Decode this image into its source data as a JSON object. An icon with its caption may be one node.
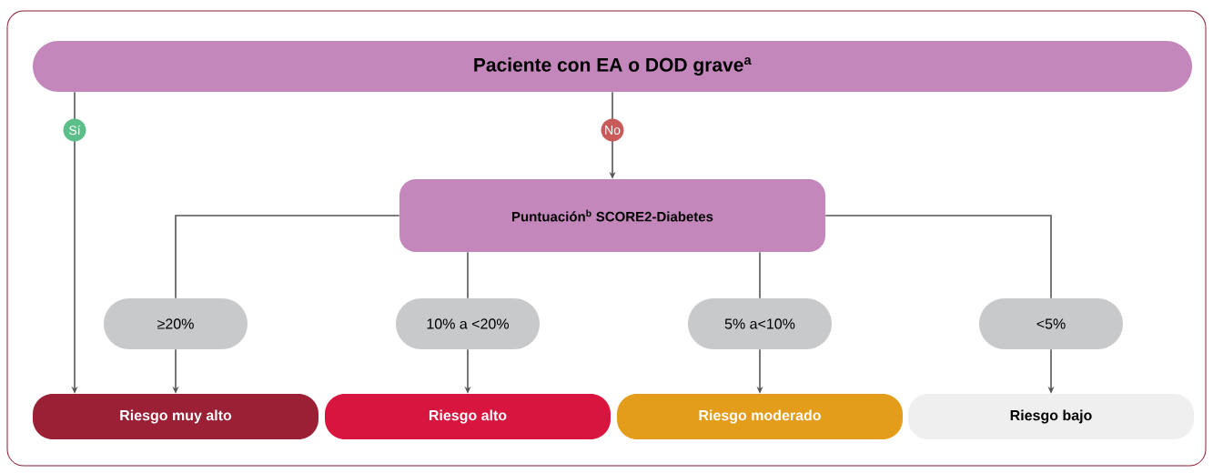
{
  "diagram": {
    "nodes": [
      {
        "text": [
          "Paciente con EA o DOD grave$^{a}$"
        ]
      },
      {
        "text": [
          "Puntuación$^{b}$ SCORE2-Diabetes"
        ]
      },
      {
        "text": [
          "≥20%"
        ]
      },
      {
        "text": [
          "10% a <20%"
        ]
      },
      {
        "text": [
          "5% a<10%"
        ]
      },
      {
        "text": [
          "<5%"
        ]
      },
      {
        "text": [
          "Riesgo muy alto"
        ]
      },
      {
        "text": [
          "Riesgo alto"
        ]
      },
      {
        "text": [
          "Riesgo moderado"
        ]
      },
      {
        "text": [
          "Riesgo bajo"
        ]
      }
    ],
    "edges": [
      {
        "from": 0,
        "to": 6,
        "arrow": "to",
        "label": "Sí"
      },
      {
        "from": 0,
        "to": 1,
        "arrow": "to",
        "label": "No"
      },
      {
        "from": 1,
        "to": 2,
        "arrow": "none"
      },
      {
        "from": 1,
        "to": 3,
        "arrow": "none"
      },
      {
        "from": 1,
        "to": 4,
        "arrow": "none"
      },
      {
        "from": 1,
        "to": 5,
        "arrow": "none"
      },
      {
        "from": 2,
        "to": 6,
        "arrow": "to"
      },
      {
        "from": 3,
        "to": 7,
        "arrow": "to"
      },
      {
        "from": 4,
        "to": 8,
        "arrow": "to"
      },
      {
        "from": 5,
        "to": 9,
        "arrow": "to"
      }
    ]
  }
}
